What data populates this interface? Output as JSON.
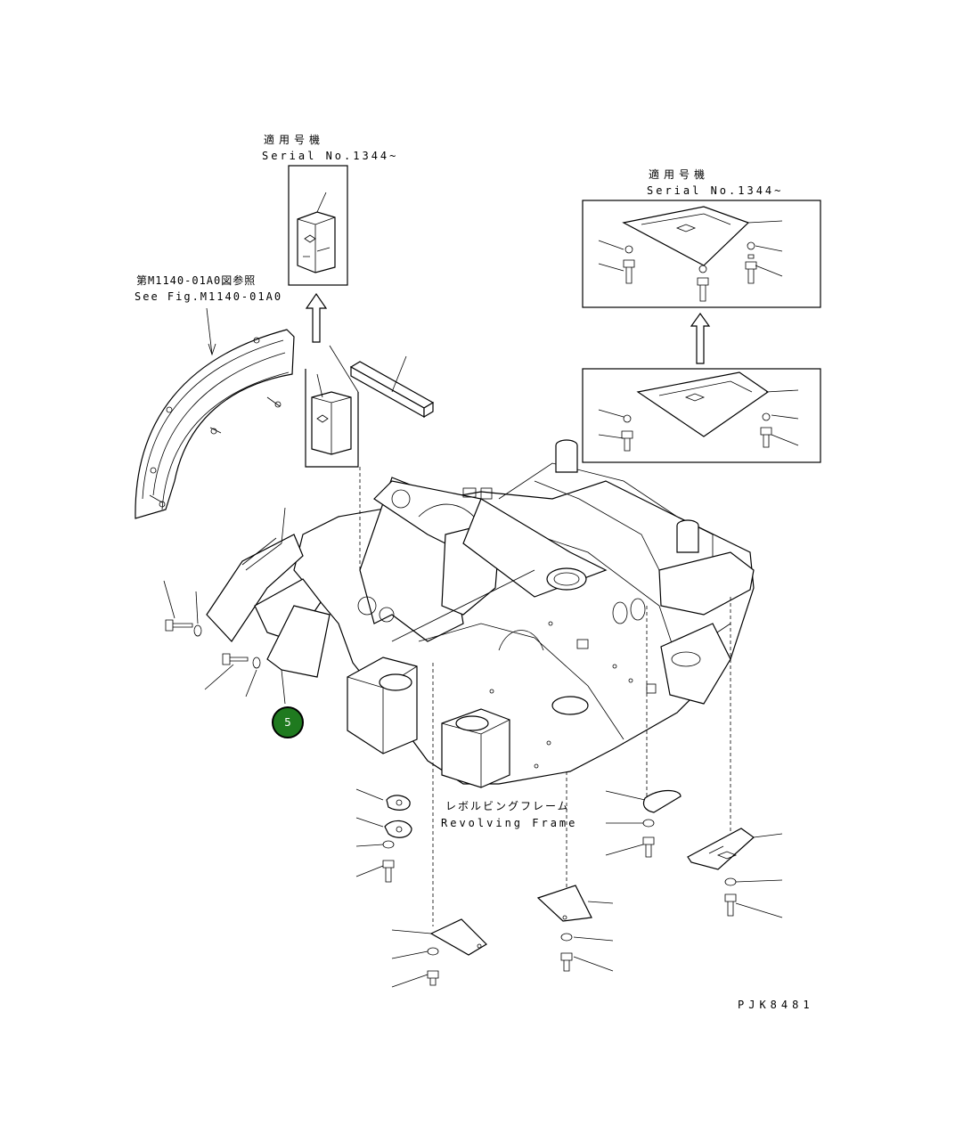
{
  "labels": {
    "serial_top_jp": "適用号機",
    "serial_top_en": "Serial No.1344~",
    "serial_right_jp": "適用号機",
    "serial_right_en": "Serial No.1344~",
    "see_fig_jp": "第M1140-01A0図参照",
    "see_fig_en": "See Fig.M1140-01A0",
    "frame_jp": "レボルビングフレーム",
    "frame_en": "Revolving Frame",
    "drawing_code": "PJK8481"
  },
  "callouts": [
    {
      "number": "5",
      "color": "#1f7a1f"
    }
  ]
}
